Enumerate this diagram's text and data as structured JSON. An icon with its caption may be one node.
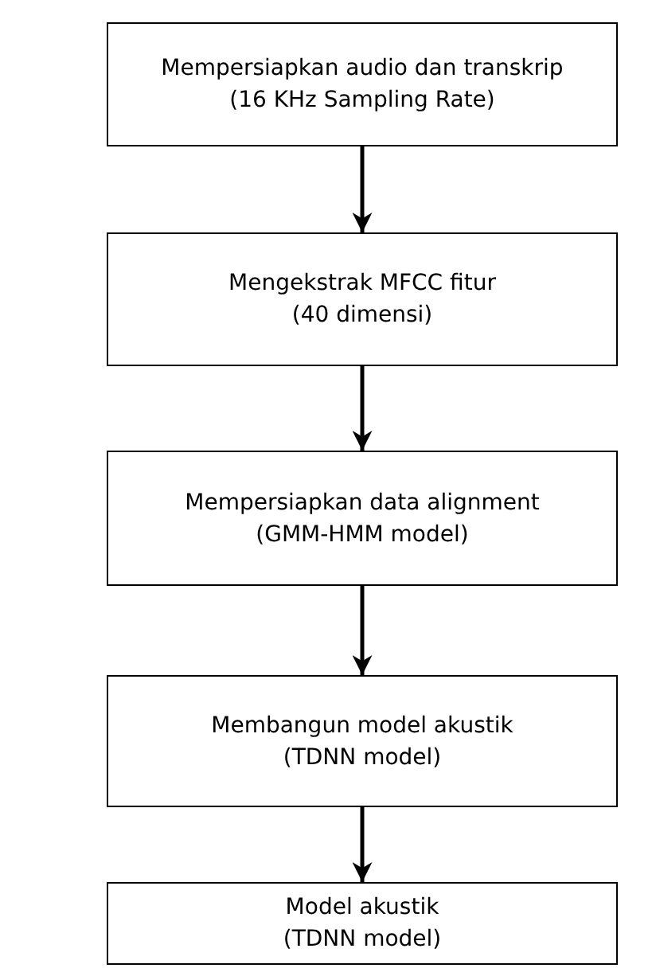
{
  "diagram": {
    "nodes": [
      {
        "text": [
          "Mempersiapkan audio dan transkrip",
          "(16 KHz Sampling Rate)"
        ]
      },
      {
        "text": [
          "Mengekstrak MFCC fitur",
          "(40 dimensi)"
        ]
      },
      {
        "text": [
          "Mempersiapkan data alignment",
          "(GMM-HMM model)"
        ]
      },
      {
        "text": [
          "Membangun model akustik",
          "(TDNN model)"
        ]
      },
      {
        "text": [
          "Model akustik",
          "(TDNN model)"
        ]
      }
    ],
    "edges": [
      {
        "from": 0,
        "to": 1,
        "arrow": "to"
      },
      {
        "from": 1,
        "to": 2,
        "arrow": "to"
      },
      {
        "from": 2,
        "to": 3,
        "arrow": "to"
      },
      {
        "from": 3,
        "to": 4,
        "arrow": "to"
      }
    ]
  }
}
